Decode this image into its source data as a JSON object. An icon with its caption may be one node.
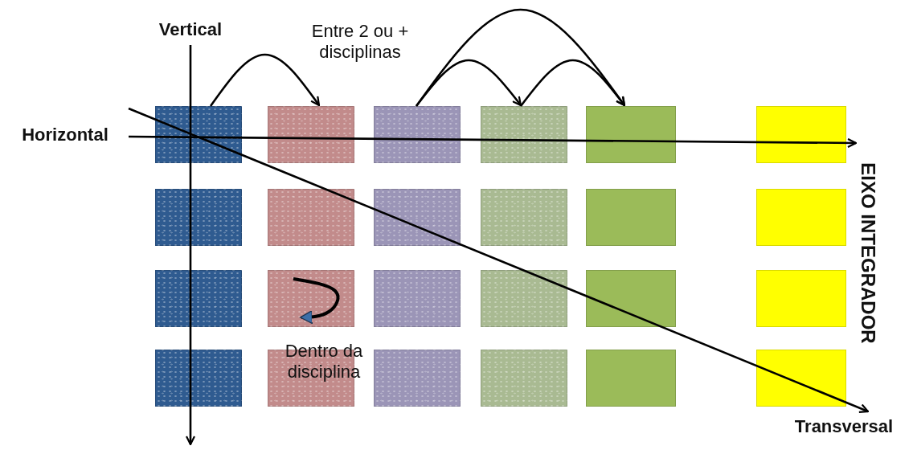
{
  "diagram": {
    "nodes": [
      {
        "text": [],
        "shape": "box"
      },
      {
        "text": [],
        "shape": "box"
      },
      {
        "text": [],
        "shape": "box"
      },
      {
        "text": [],
        "shape": "box"
      },
      {
        "text": [],
        "shape": "box"
      },
      {
        "text": [],
        "shape": "box"
      },
      {
        "text": [],
        "shape": "box"
      },
      {
        "text": [],
        "shape": "box"
      },
      {
        "text": [],
        "shape": "box"
      },
      {
        "text": [],
        "shape": "box"
      },
      {
        "text": [],
        "shape": "box"
      },
      {
        "text": [],
        "shape": "box"
      },
      {
        "text": [],
        "shape": "box"
      },
      {
        "text": [],
        "shape": "box"
      },
      {
        "text": [],
        "shape": "box"
      },
      {
        "text": [],
        "shape": "box"
      },
      {
        "text": [],
        "shape": "box"
      },
      {
        "text": [],
        "shape": "box"
      },
      {
        "text": [],
        "shape": "box"
      },
      {
        "text": [],
        "shape": "box"
      },
      {
        "text": [],
        "shape": "box"
      },
      {
        "text": [],
        "shape": "box"
      },
      {
        "text": [],
        "shape": "box"
      },
      {
        "text": [],
        "shape": "box"
      }
    ],
    "edges": [
      {
        "from": 0,
        "to": 1,
        "arrow": "to"
      },
      {
        "from": 2,
        "to": 3,
        "arrow": "to"
      },
      {
        "from": 2,
        "to": 4,
        "arrow": "to"
      },
      {
        "from": 3,
        "to": 4,
        "arrow": "to"
      },
      {
        "from": 13,
        "to": 13,
        "arrow": "to"
      }
    ],
    "labels": [
      "Vertical",
      "Entre 2 ou + disciplinas",
      "Horizontal",
      "EIXO INTEGRADOR",
      "Dentro da disciplina",
      "Transversal"
    ]
  }
}
